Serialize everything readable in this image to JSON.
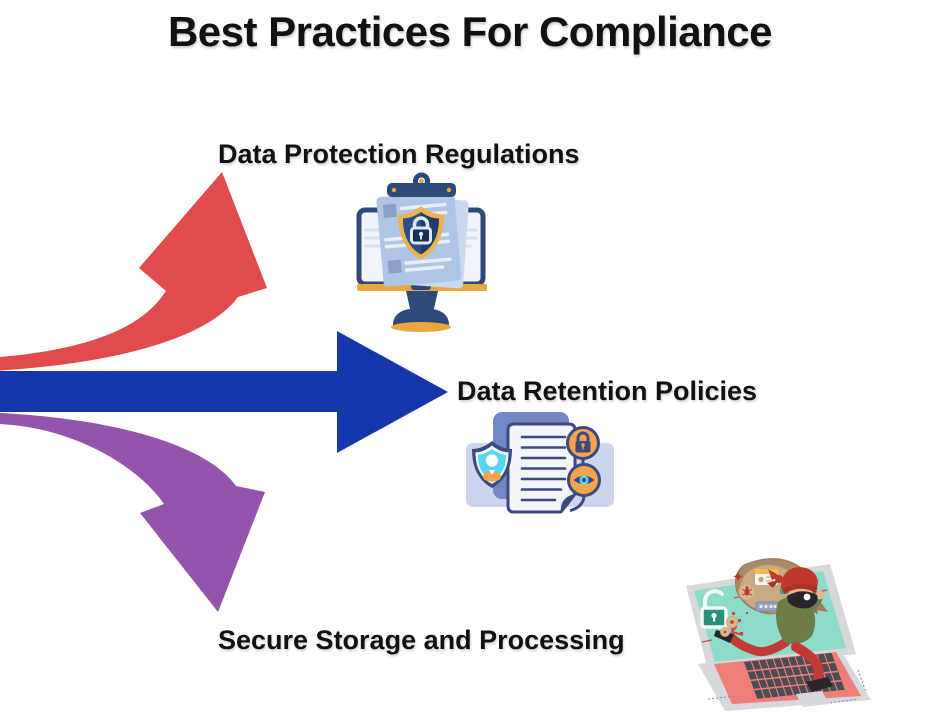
{
  "title": "Best Practices For Compliance",
  "branches": [
    {
      "label": "Data Protection Regulations",
      "arrow_color": "#e24b4b",
      "arrow_direction": "curved-up-right",
      "icon": "shielded-document-on-monitor"
    },
    {
      "label": "Data Retention Policies",
      "arrow_color": "#1637ab",
      "arrow_direction": "straight-right",
      "icon": "documents-with-privacy-badges"
    },
    {
      "label": "Secure Storage and Processing",
      "arrow_color": "#9355ab",
      "arrow_direction": "curved-down-right",
      "icon": "thief-stealing-data-from-laptop"
    }
  ],
  "background_color": "#ffffff",
  "text_color": "#111111"
}
